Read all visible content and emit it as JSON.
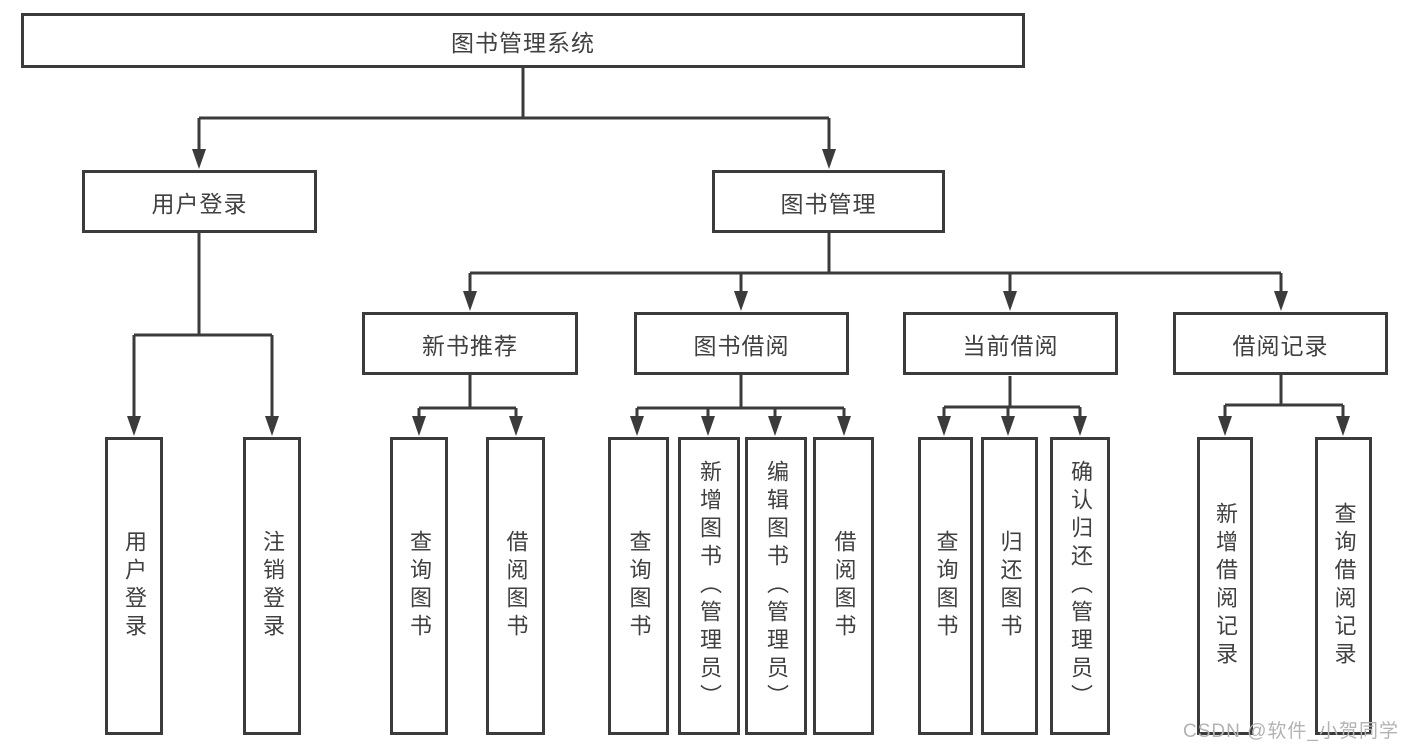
{
  "diagram": {
    "root": {
      "label": "图书管理系统"
    },
    "level2": {
      "user_login": {
        "label": "用户登录"
      },
      "book_manage": {
        "label": "图书管理"
      }
    },
    "level3": {
      "new_book_rec": {
        "label": "新书推荐"
      },
      "book_borrow": {
        "label": "图书借阅"
      },
      "current_borrow": {
        "label": "当前借阅"
      },
      "borrow_record": {
        "label": "借阅记录"
      }
    },
    "leaves": {
      "user_login": "用户登录",
      "logout": "注销登录",
      "rec_query_books": "查询图书",
      "rec_borrow_books": "借阅图书",
      "bb_query_books": "查询图书",
      "bb_add_books": "新增图书（管理员）",
      "bb_edit_books": "编辑图书（管理员）",
      "bb_borrow_books": "借阅图书",
      "cb_query_books": "查询图书",
      "cb_return_books": "归还图书",
      "cb_confirm_return": "确认归还（管理员）",
      "br_add_record": "新增借阅记录",
      "br_query_record": "查询借阅记录"
    },
    "watermark": "CSDN @软件_小贺同学",
    "colors": {
      "line": "#3b3b3b",
      "text": "#404040",
      "watermark": "#b3b3b3",
      "box_background": "#ffffff"
    }
  }
}
